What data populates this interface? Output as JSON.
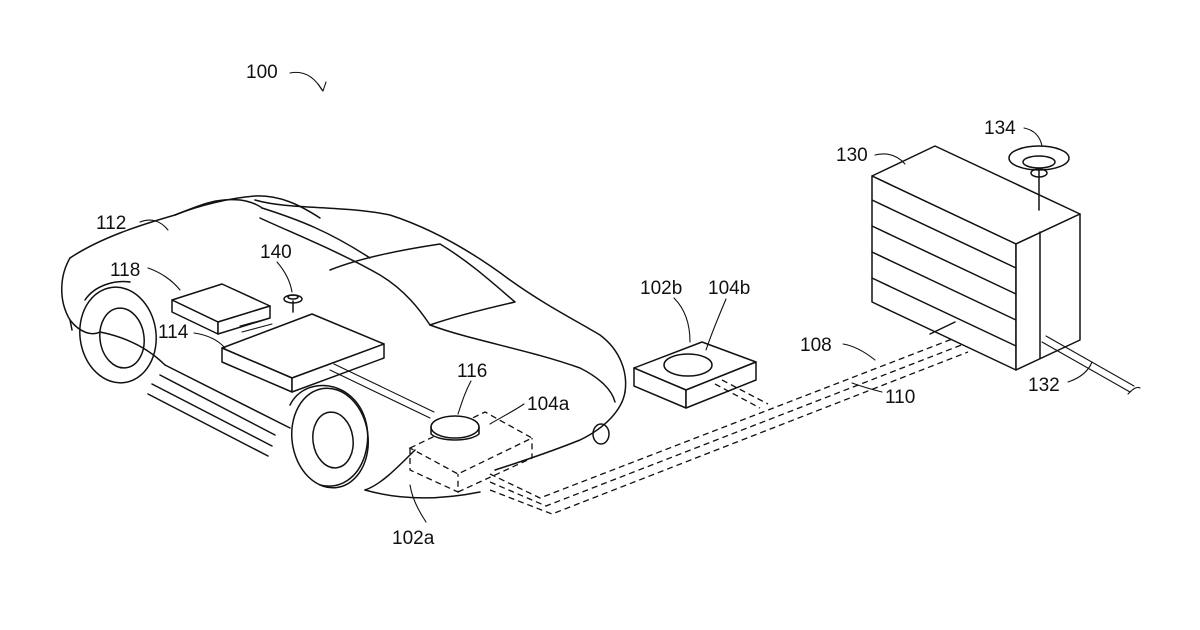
{
  "labels": {
    "system": "100",
    "car": "112",
    "battery_small": "118",
    "antenna_car": "140",
    "battery_main": "114",
    "coil_car": "116",
    "pad_car": "104a",
    "unit_car": "102a",
    "unit_remote": "102b",
    "pad_remote": "104b",
    "line_upper": "108",
    "line_lower": "110",
    "station": "130",
    "antenna_station": "134",
    "cable": "132"
  }
}
